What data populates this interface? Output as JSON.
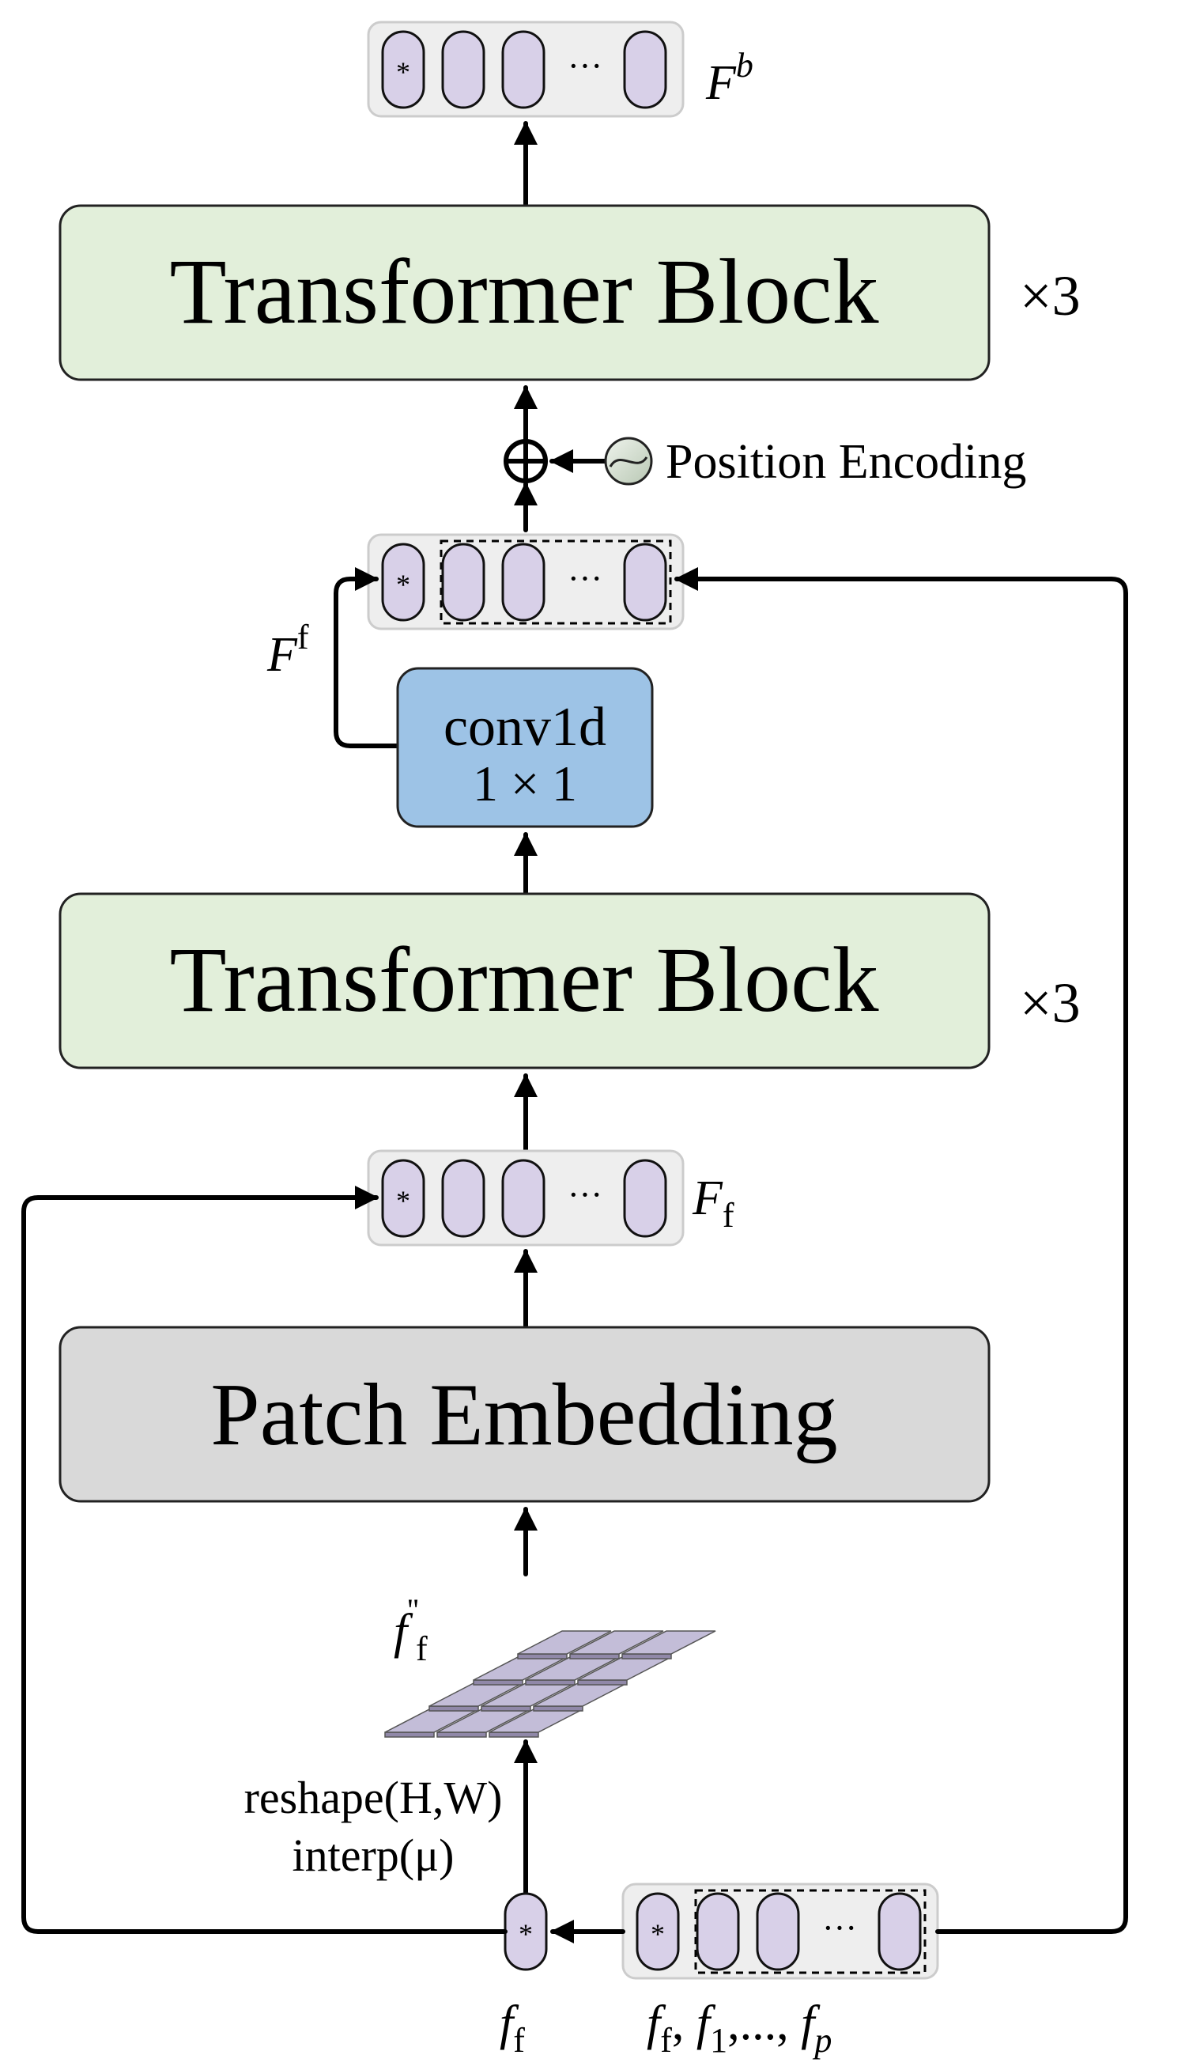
{
  "blocks": {
    "transformer_top": "Transformer Block",
    "transformer_bottom": "Transformer Block",
    "patch_embedding": "Patch Embedding",
    "conv_line1": "conv1d",
    "conv_line2": "1 × 1"
  },
  "repeat": {
    "top": "×3",
    "bottom": "×3"
  },
  "position_encoding": "Position Encoding",
  "token_marker": "*",
  "ellipsis": "···",
  "labels": {
    "F_b": {
      "base": "F",
      "sup": "b"
    },
    "F_f_sup": {
      "base": "F",
      "sup": "f"
    },
    "F_f_sub": {
      "base": "F",
      "sub": "f"
    },
    "f_f_double": {
      "base": "f",
      "sub": "f",
      "sup": "''"
    },
    "f_f": {
      "base": "f",
      "sub": "f"
    },
    "reshape": "reshape(H,W)",
    "interp": "interp(μ)",
    "bottom_seq": {
      "f1": "f",
      "sub1": "f",
      "sep1": ", ",
      "f2": "f",
      "sub2": "1",
      "sep2": ",..., ",
      "f3": "f",
      "sub3": "p"
    }
  },
  "colors": {
    "transformer_fill": "#e2efda",
    "patch_fill": "#d9d9d9",
    "conv_fill": "#9dc3e6",
    "token_fill": "#d8d0e8",
    "tray_fill": "#eeeeee",
    "pe_fill": "#d9e4d6"
  }
}
